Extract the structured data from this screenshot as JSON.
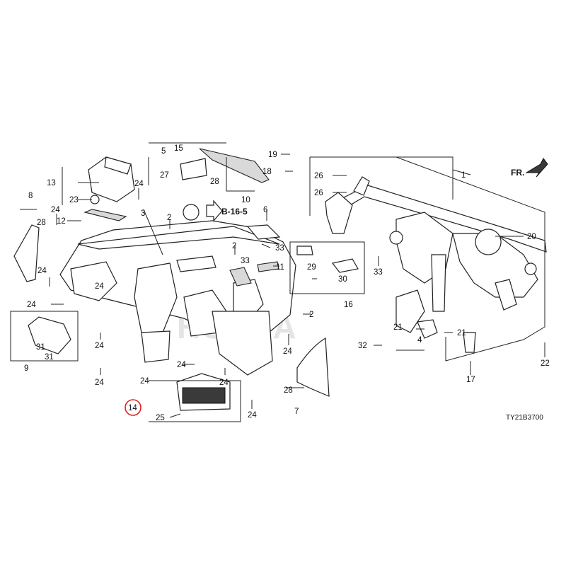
{
  "diagram": {
    "watermark": "HONDA",
    "reference_code": "TY21B3700",
    "front_arrow": "FR.",
    "ref_label": "B-16-5",
    "highlighted_part": "14",
    "callouts": {
      "c1": "1",
      "c2a": "2",
      "c2b": "2",
      "c2c": "2",
      "c3": "3",
      "c4": "4",
      "c5": "5",
      "c6": "6",
      "c7": "7",
      "c8": "8",
      "c9": "9",
      "c10": "10",
      "c11": "11",
      "c12": "12",
      "c13": "13",
      "c14": "14",
      "c15": "15",
      "c16": "16",
      "c17": "17",
      "c18": "18",
      "c19": "19",
      "c20": "20",
      "c21a": "21",
      "c21b": "21",
      "c22": "22",
      "c23": "23",
      "c24a": "24",
      "c24b": "24",
      "c24c": "24",
      "c24d": "24",
      "c24e": "24",
      "c24f": "24",
      "c24g": "24",
      "c24h": "24",
      "c24i": "24",
      "c24j": "24",
      "c24k": "24",
      "c24l": "24",
      "c25": "25",
      "c26a": "26",
      "c26b": "26",
      "c27": "27",
      "c28a": "28",
      "c28b": "28",
      "c28c": "28",
      "c29": "29",
      "c30": "30",
      "c31a": "31",
      "c31b": "31",
      "c32": "32",
      "c33a": "33",
      "c33b": "33",
      "c33c": "33"
    }
  }
}
